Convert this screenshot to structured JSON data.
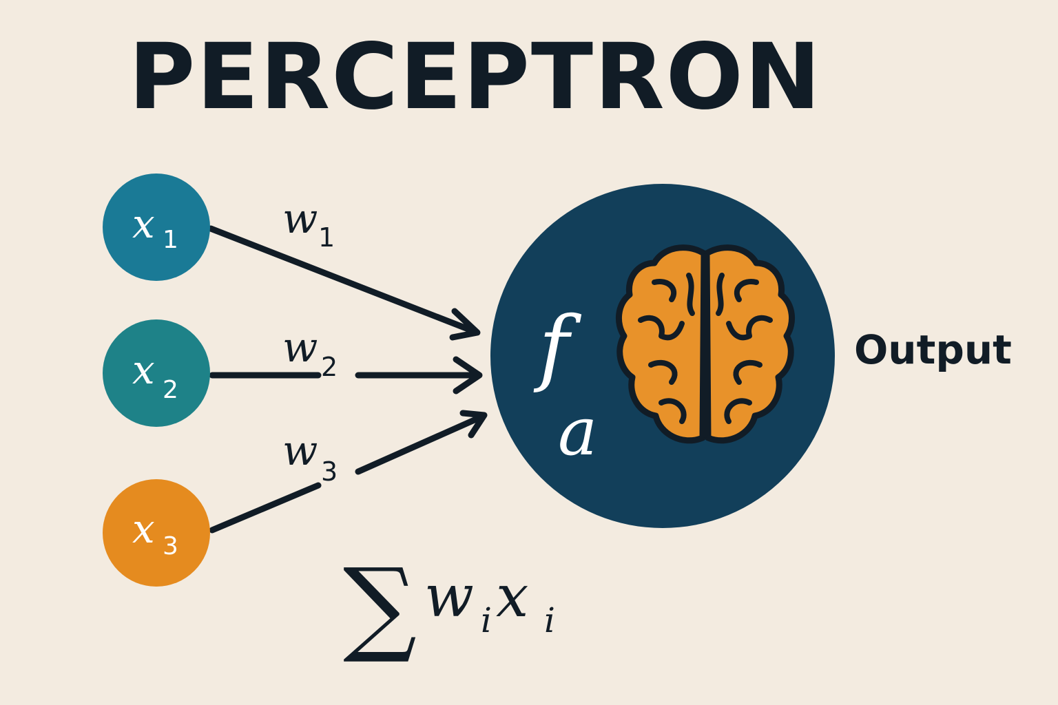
{
  "title": "PERCEPTRON",
  "inputs": [
    {
      "symbol": "x",
      "sub": "1",
      "weight_symbol": "w",
      "weight_sub": "1",
      "color": "#1a7a96"
    },
    {
      "symbol": "x",
      "sub": "2",
      "weight_symbol": "w",
      "weight_sub": "2",
      "color": "#1e8288"
    },
    {
      "symbol": "x",
      "sub": "3",
      "weight_symbol": "w",
      "weight_sub": "3",
      "color": "#e58b1f"
    }
  ],
  "neuron": {
    "function_symbol": "f",
    "activation_symbol": "a",
    "color": "#123f5a",
    "icon": "brain-icon",
    "icon_color": "#e8922a"
  },
  "output_label": "Output",
  "formula": {
    "sigma": "∑",
    "w": "w",
    "w_sub": "i",
    "x": "x",
    "x_sub": "i"
  },
  "colors": {
    "background": "#f3ebe0",
    "ink": "#111c26"
  }
}
